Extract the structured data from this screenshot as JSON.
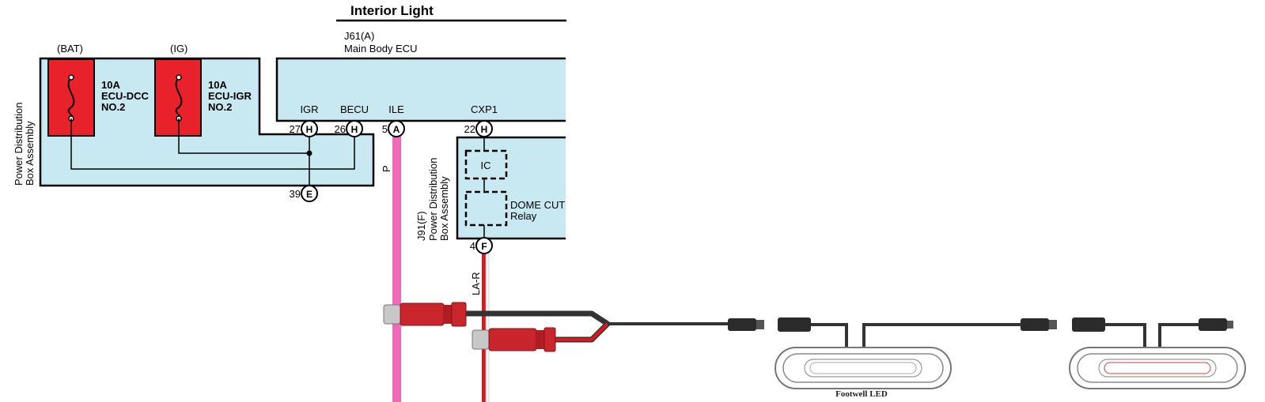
{
  "title": "Interior Light",
  "colors": {
    "box_fill": "#c8e9f1",
    "fuse_red": "#e8212b",
    "wire_pink": "#f06bb6",
    "wire_red": "#e0161f",
    "wire_dark": "#3a3a3a"
  },
  "power_box_left": {
    "label_line1": "Power Distribution",
    "label_line2": "Box Assembly",
    "fuse1": {
      "supply": "(BAT)",
      "rating": "10A",
      "name1": "ECU-DCC",
      "name2": "NO.2"
    },
    "fuse2": {
      "supply": "(IG)",
      "rating": "10A",
      "name1": "ECU-IGR",
      "name2": "NO.2"
    },
    "ground_pin": {
      "number": "39",
      "connector": "E"
    }
  },
  "ecu": {
    "connector": "J61(A)",
    "name": "Main Body ECU",
    "terminals": [
      {
        "name": "IGR",
        "number": "27",
        "connector": "H"
      },
      {
        "name": "BECU",
        "number": "26",
        "connector": "H"
      },
      {
        "name": "ILE",
        "number": "5",
        "connector": "A"
      },
      {
        "name": "CXP1",
        "number": "22",
        "connector": "H"
      }
    ]
  },
  "pink_wire_color_code": "P",
  "power_box_right": {
    "connector": "J91(F)",
    "label_line1": "Power Distribution",
    "label_line2": "Box Assembly",
    "ic_label": "IC",
    "relay_line1": "DOME CUT",
    "relay_line2": "Relay",
    "out_pin": {
      "number": "4",
      "connector": "F"
    }
  },
  "red_wire_color_code": "LA-R",
  "led_caption": "Footwell LED"
}
